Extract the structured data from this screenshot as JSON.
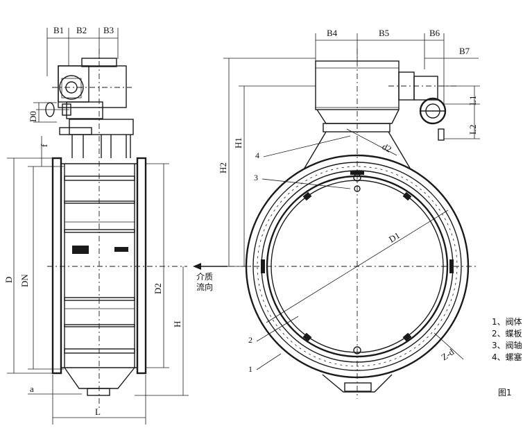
{
  "side_view": {
    "dims": {
      "b1": "B1",
      "b2": "B2",
      "b3": "B3",
      "d0": "D0",
      "f": "f",
      "d": "D",
      "dn": "DN",
      "d2": "D2",
      "h": "H",
      "a": "a",
      "l": "L"
    },
    "flow_label_line1": "介质",
    "flow_label_line2": "流向"
  },
  "front_view": {
    "dims": {
      "b4": "B4",
      "b5": "B5",
      "b6": "B6",
      "b7": "B7",
      "l1": "L1",
      "l2": "L2",
      "h1": "H1",
      "h2": "H2",
      "d1": "D1",
      "d2": "d2",
      "zd": "Z-d"
    },
    "callouts": [
      "4",
      "3",
      "2",
      "1"
    ]
  },
  "legend": [
    "1、阀体",
    "2、蝶板",
    "3、阀轴",
    "4、螺塞"
  ],
  "figure_caption": "图1"
}
